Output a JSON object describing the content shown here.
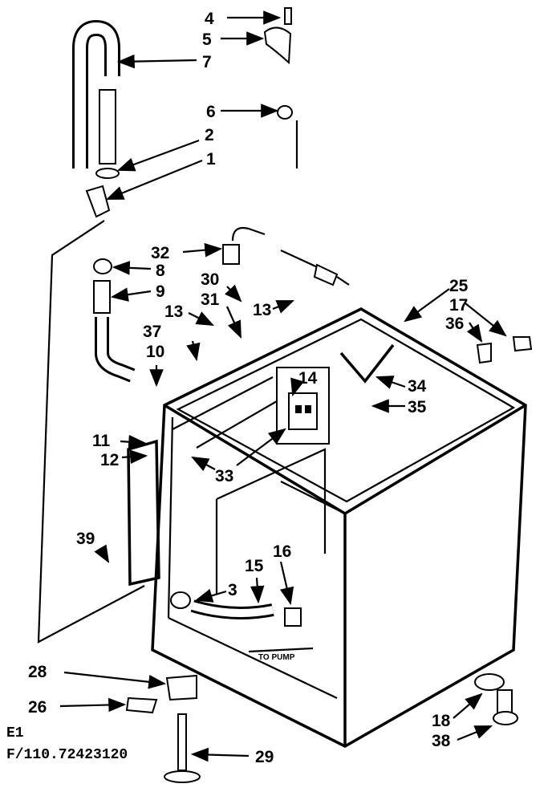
{
  "callouts": [
    "4",
    "5",
    "7",
    "6",
    "2",
    "1",
    "32",
    "8",
    "9",
    "30",
    "31",
    "13",
    "13",
    "37",
    "10",
    "14",
    "25",
    "17",
    "36",
    "34",
    "35",
    "11",
    "12",
    "33",
    "39",
    "15",
    "16",
    "3",
    "28",
    "26",
    "18",
    "38",
    "29"
  ],
  "annotation": "TO PUMP",
  "code_line1": "E1",
  "code_line2": "F/110.72423120"
}
